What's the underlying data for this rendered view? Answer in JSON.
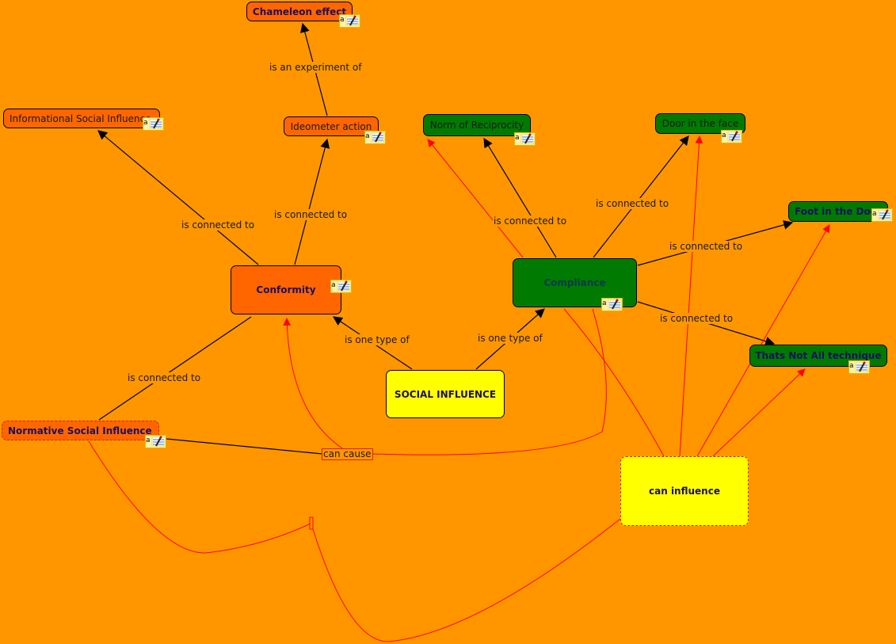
{
  "colors": {
    "background": "#ff9600",
    "concept_orange": "#ff6600",
    "concept_green": "#007a00",
    "concept_yellow": "#ffff00",
    "link_black": "#000000",
    "link_red": "#ff0000"
  },
  "concepts": {
    "chameleon": "Chameleon effect",
    "informational": "Informational Social Influence",
    "ideometer": "Ideometer action",
    "norm": "Norm of Reciprocity",
    "door": "Door in the face",
    "foot": "Foot in the Door",
    "conformity": "Conformity",
    "compliance": "Compliance",
    "thats_not_all": "Thats Not All technique",
    "social_influence": "SOCIAL INFLUENCE",
    "normative": "Normative Social Influence",
    "can_influence": "can influence"
  },
  "link_labels": {
    "experiment": "is an experiment of",
    "conf_info": "is connected to",
    "conf_ideo": "is connected to",
    "comp_norm": "is connected to",
    "comp_door": "is connected to",
    "comp_foot": "is connected to",
    "comp_tna": "is connected to",
    "si_conf": "is one type of",
    "si_comp": "is one type of",
    "conf_norm": "is connected to",
    "can_cause": "can cause"
  },
  "icons": {
    "note": "annotation-note-icon"
  }
}
